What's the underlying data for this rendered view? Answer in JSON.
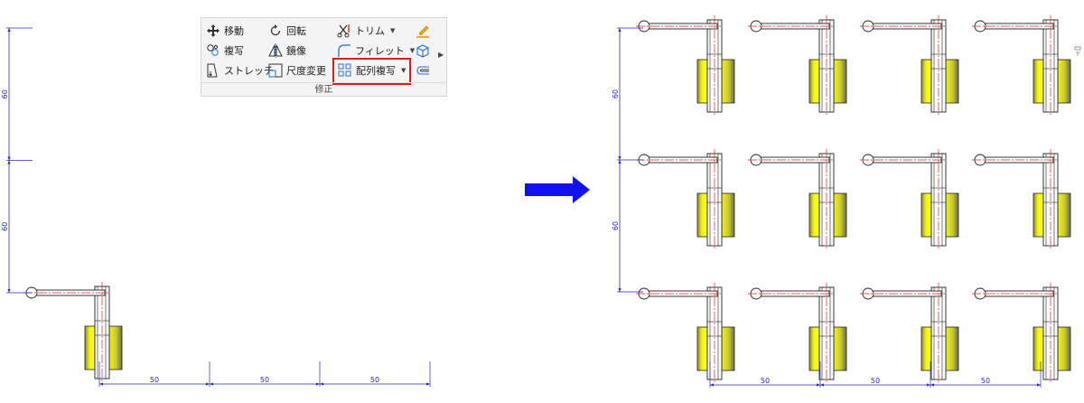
{
  "ribbon": {
    "group_caption": "修正",
    "items": {
      "move": "移動",
      "rotate": "回転",
      "trim": "トリム",
      "copy": "複写",
      "mirror": "鏡像",
      "fillet": "フィレット",
      "stretch": "ストレッチ",
      "scale": "尺度変更",
      "array": "配列複写"
    }
  },
  "drawing": {
    "before": {
      "vertical_dims": [
        "60",
        "60"
      ],
      "horizontal_dims": [
        "50",
        "50",
        "50"
      ]
    },
    "after": {
      "rows": 3,
      "columns": 4,
      "vertical_dims": [
        "60",
        "60"
      ],
      "horizontal_dims": [
        "50",
        "50",
        "50"
      ]
    }
  },
  "colors": {
    "dimension": "#2727c8",
    "center_line": "#e02020",
    "body_fill": "#ecec10",
    "arrow": "#1010f0",
    "highlight": "#d61f1f"
  }
}
